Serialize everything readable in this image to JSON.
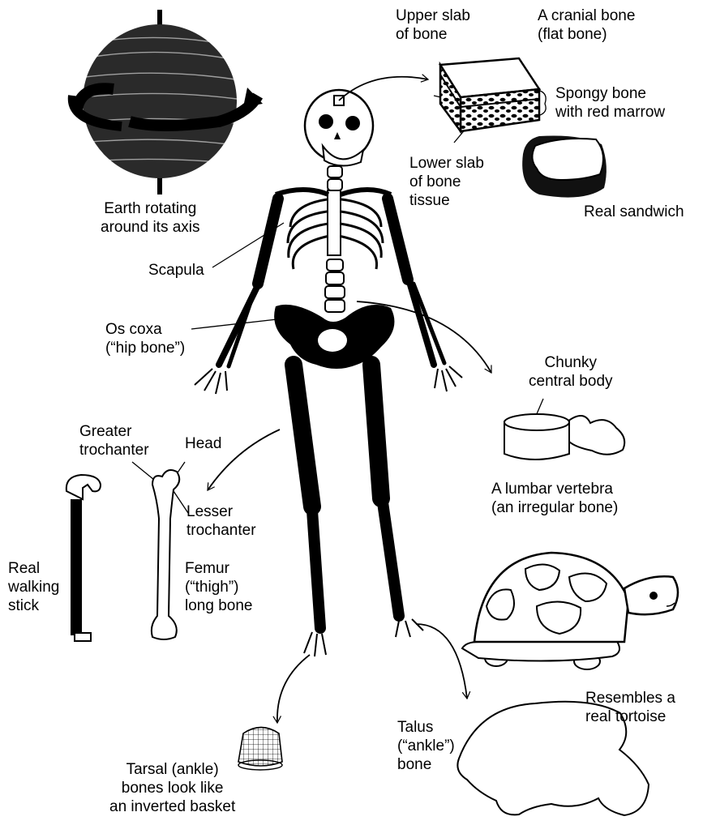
{
  "labels": {
    "earth": [
      "Earth rotating",
      "around its axis"
    ],
    "scapula": [
      "Scapula"
    ],
    "os_coxa": [
      "Os coxa",
      "(“hip bone”)"
    ],
    "upper_slab": [
      "Upper slab",
      "of bone"
    ],
    "cranial_bone": [
      "A cranial bone",
      "(flat bone)"
    ],
    "spongy_bone": [
      "Spongy bone",
      "with red marrow"
    ],
    "lower_slab": [
      "Lower slab",
      "of bone",
      "tissue"
    ],
    "real_sandwich": [
      "Real sandwich"
    ],
    "chunky_body": [
      "Chunky",
      "central body"
    ],
    "lumbar_vertebra": [
      "A lumbar vertebra",
      "(an irregular bone)"
    ],
    "greater_trochanter": [
      "Greater",
      "trochanter"
    ],
    "head": [
      "Head"
    ],
    "lesser_trochanter": [
      "Lesser",
      "trochanter"
    ],
    "femur": [
      "Femur",
      "(“thigh”)",
      "long bone"
    ],
    "walking_stick": [
      "Real",
      "walking",
      "stick"
    ],
    "tortoise": [
      "Resembles a",
      "real tortoise"
    ],
    "talus": [
      "Talus",
      "(“ankle”)",
      "bone"
    ],
    "tarsal": [
      "Tarsal (ankle)",
      "bones look like",
      "an inverted basket"
    ]
  }
}
